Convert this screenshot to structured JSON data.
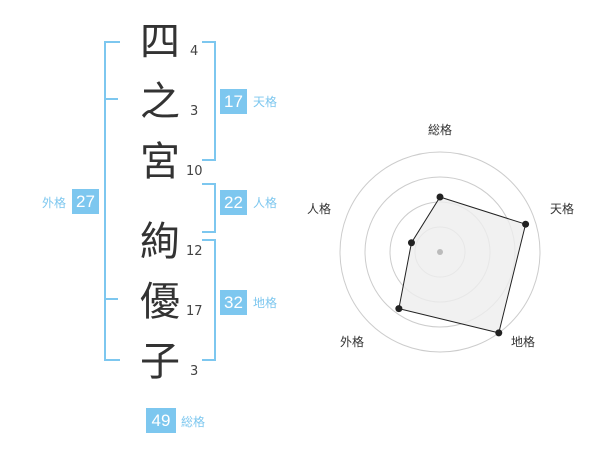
{
  "name_chars": [
    {
      "char": "四",
      "strokes": "4"
    },
    {
      "char": "之",
      "strokes": "3"
    },
    {
      "char": "宮",
      "strokes": "10"
    },
    {
      "char": "絢",
      "strokes": "12"
    },
    {
      "char": "優",
      "strokes": "17"
    },
    {
      "char": "子",
      "strokes": "3"
    }
  ],
  "kaku": {
    "tenkaku": {
      "value": "17",
      "label": "天格"
    },
    "jinkaku": {
      "value": "22",
      "label": "人格"
    },
    "chikaku": {
      "value": "32",
      "label": "地格"
    },
    "gaikaku": {
      "value": "27",
      "label": "外格"
    },
    "soukaku": {
      "value": "49",
      "label": "総格"
    }
  },
  "colors": {
    "accent": "#7dc7ef",
    "text": "#333333",
    "radar_fill": "#eeeeee"
  },
  "chart_data": {
    "type": "radar",
    "axes": [
      "総格",
      "天格",
      "地格",
      "外格",
      "人格"
    ],
    "values": [
      0.55,
      0.9,
      1.0,
      0.7,
      0.3
    ],
    "rings": 4
  }
}
